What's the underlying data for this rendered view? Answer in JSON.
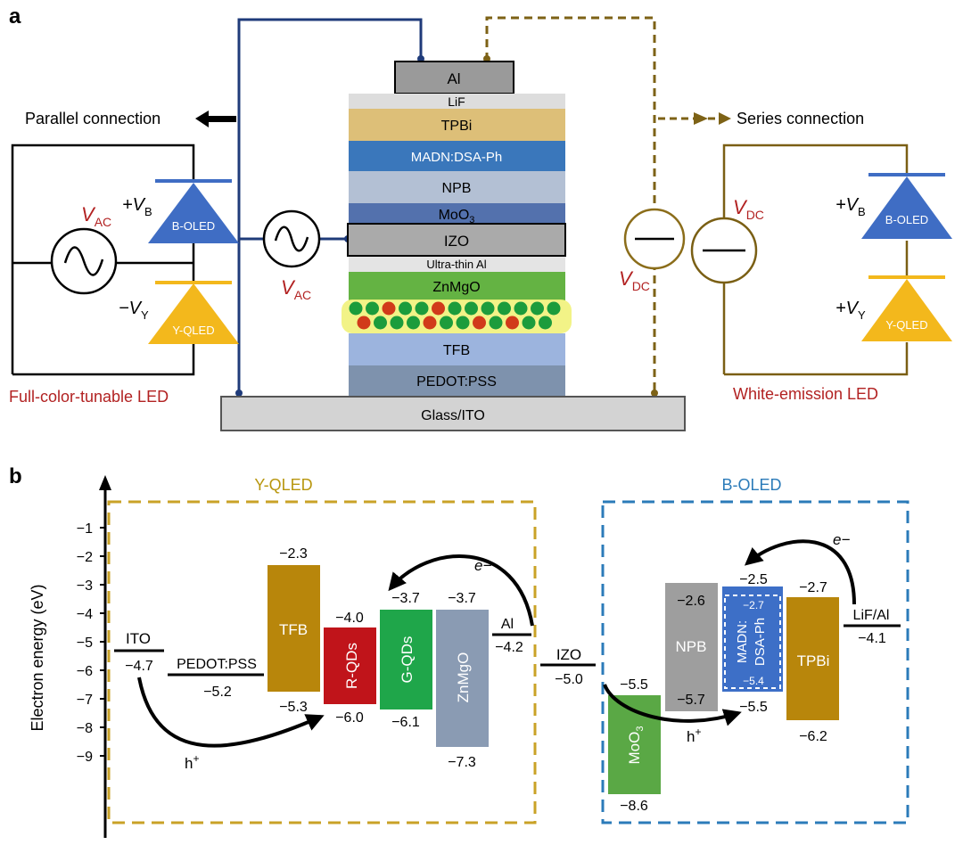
{
  "panel_a": {
    "label": "a",
    "layers": {
      "al": "Al",
      "lif": "LiF",
      "tpbi": "TPBi",
      "madn": "MADN:DSA-Ph",
      "npb": "NPB",
      "moo3": "MoO",
      "moo3_sub": "3",
      "izo": "IZO",
      "ultra_thin_al": "Ultra-thin Al",
      "znmgo": "ZnMgO",
      "tfb": "TFB",
      "pedot": "PEDOT:PSS",
      "glass": "Glass/ITO"
    },
    "parallel_connection": "Parallel connection",
    "series_connection": "Series connection",
    "full_color_led": "Full-color-tunable LED",
    "white_emission_led": "White-emission LED",
    "v_ac": "V",
    "v_ac_sub": "AC",
    "v_dc": "V",
    "v_dc_sub": "DC",
    "plus_vb": "+V",
    "minus_vy": "−V",
    "plus_vy": "+V",
    "sub_b": "B",
    "sub_y": "Y",
    "b_oled": "B-OLED",
    "y_qled": "Y-QLED",
    "colors": {
      "parallel_wire": "#1f3b7a",
      "series_wire": "#8b6d1a",
      "dashed_series": "#7d6216",
      "label_red": "#b22222"
    }
  },
  "panel_b": {
    "label": "b",
    "y_axis_label": "Electron energy (eV)",
    "y_ticks": [
      "−1",
      "−2",
      "−3",
      "−4",
      "−5",
      "−6",
      "−7",
      "−8",
      "−9"
    ],
    "y_qled_title": "Y-QLED",
    "b_oled_title": "B-OLED",
    "materials": {
      "ito": "ITO",
      "pedot": "PEDOT:PSS",
      "tfb": "TFB",
      "rqds": "R-QDs",
      "gqds": "G-QDs",
      "znmgo": "ZnMgO",
      "al": "Al",
      "izo": "IZO",
      "moo3": "MoO",
      "moo3_sub": "3",
      "npb": "NPB",
      "madn_1": "MADN:",
      "madn_2": "DSA-Ph",
      "tpbi": "TPBi",
      "lifal": "LiF/Al"
    },
    "values": {
      "ito": "−4.7",
      "pedot": "−5.2",
      "tfb_top": "−2.3",
      "tfb_bottom": "−5.3",
      "rqds_top": "−4.0",
      "rqds_bottom": "−6.0",
      "gqds_top": "−3.7",
      "gqds_bottom": "−6.1",
      "znmgo_top": "−3.7",
      "znmgo_bottom": "−7.3",
      "al": "−4.2",
      "izo": "−5.0",
      "moo3_top": "−5.5",
      "moo3_bottom": "−8.6",
      "npb_top": "−2.6",
      "npb_bottom": "−5.7",
      "madn_top": "−2.5",
      "madn_inner_top": "−2.7",
      "madn_inner_bottom": "−5.4",
      "madn_bottom": "−5.5",
      "tpbi_top": "−2.7",
      "tpbi_bottom": "−6.2",
      "lifal": "−4.1"
    },
    "carriers": {
      "electron": "e−",
      "hole": "h",
      "hole_sup": "+"
    },
    "colors": {
      "tfb": "#b8860b",
      "rqds": "#c0141a",
      "gqds": "#1fa64a",
      "znmgo": "#8a9bb3",
      "moo3": "#5aa845",
      "npb": "#9e9e9e",
      "madn": "#3d6fc7",
      "tpbi": "#b8860b",
      "y_box": "#c9a227",
      "b_box": "#2b7bb9"
    }
  }
}
